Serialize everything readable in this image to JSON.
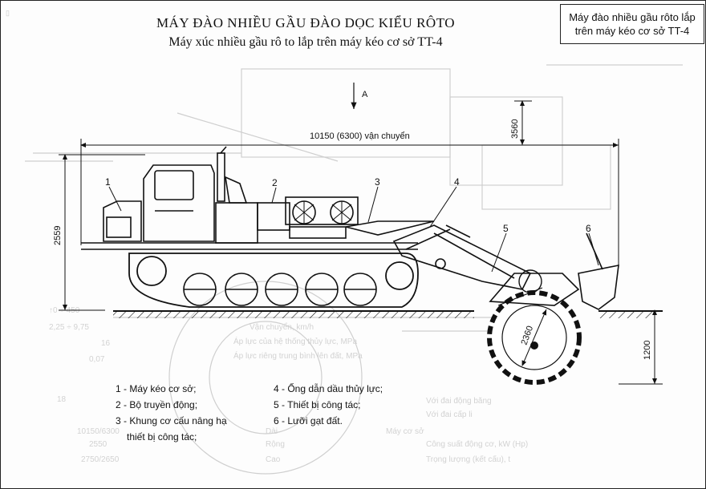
{
  "title": {
    "main": "MÁY ĐÀO NHIỀU GẦU ĐÀO DỌC KIỂU RÔTO",
    "sub": "Máy xúc nhiều gầu rô to lắp trên máy kéo cơ sở TT-4"
  },
  "corner_box": "Máy đào nhiều gầu rôto lắp trên máy kéo cơ sở TT-4",
  "dimensions": {
    "view": "A",
    "overall_length": "10150 (6300) vận chuyển",
    "height_total": "3560",
    "height_body": "2559",
    "rotor_diameter": "2360",
    "dig_depth": "1200"
  },
  "callouts": [
    "1",
    "2",
    "3",
    "4",
    "5",
    "6"
  ],
  "legend": {
    "col1": [
      {
        "text": "1 - Máy kéo cơ sở;"
      },
      {
        "text": "2 - Bộ truyền động;"
      },
      {
        "text": "3 - Khung cơ cấu nâng hạ"
      },
      {
        "text": "thiết bị công tác;"
      }
    ],
    "col2": [
      {
        "text": "4 - Ống dẫn dầu thủy lực;"
      },
      {
        "text": "5 - Thiết bị công tác;"
      },
      {
        "text": "6 - Lưỡi gạt đất."
      }
    ]
  },
  "colors": {
    "line": "#111111",
    "ghost": "#c8c8c8",
    "background": "#fdfdfd"
  }
}
